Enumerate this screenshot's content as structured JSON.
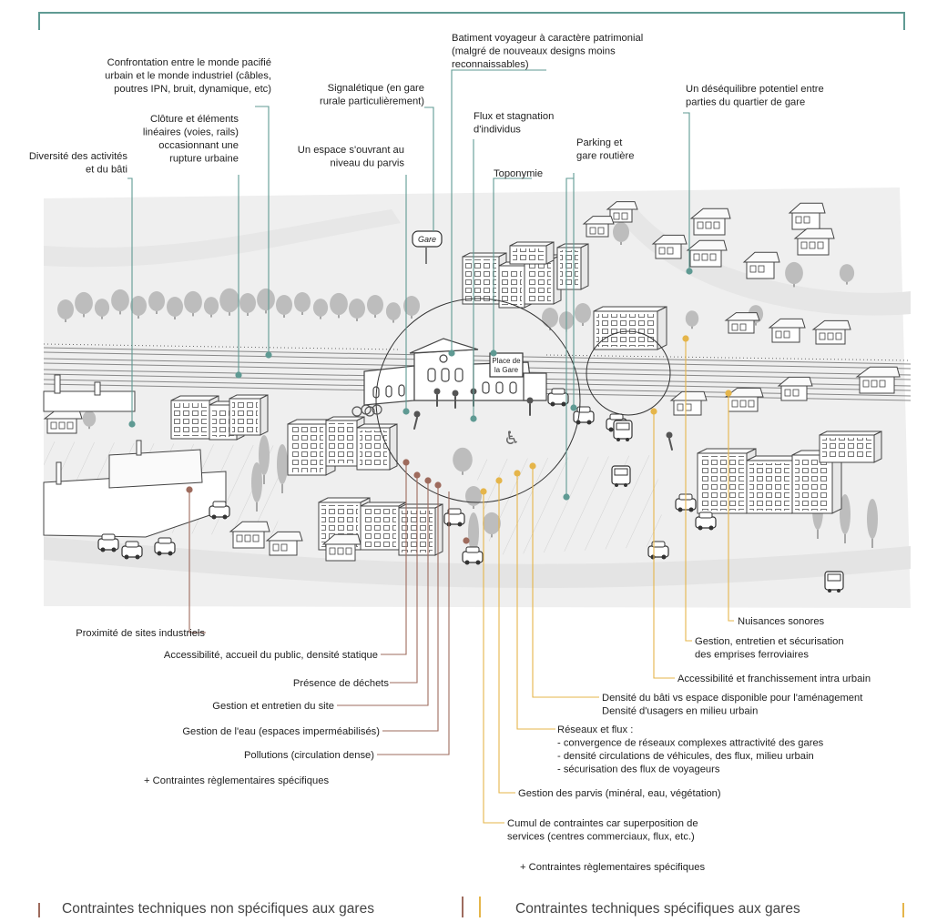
{
  "colors": {
    "teal": "#5f9a93",
    "brown": "#9e6b5d",
    "gold": "#e5b54a",
    "ground": "#efefef",
    "road": "#e2e2e2",
    "building": "#ffffff",
    "stroke": "#444444",
    "tree": "#bdbdbd"
  },
  "top_labels": [
    {
      "lines": [
        "Diversité des activités",
        "et du bâti"
      ]
    },
    {
      "lines": [
        "Confrontation entre le monde pacifié",
        "urbain et le monde industriel (câbles,",
        "poutres IPN, bruit, dynamique, etc)"
      ]
    },
    {
      "lines": [
        "Clôture et éléments",
        "linéaires (voies, rails)",
        "occasionnant une",
        "rupture urbaine"
      ]
    },
    {
      "lines": [
        "Un espace s'ouvrant au",
        "niveau du parvis"
      ]
    },
    {
      "lines": [
        "Signalétique (en gare",
        "rurale particulièrement)"
      ]
    },
    {
      "lines": [
        "Batiment voyageur à caractère patrimonial",
        "(malgré de nouveaux designs moins",
        "reconnaissables)"
      ]
    },
    {
      "lines": [
        "Flux et stagnation",
        "d'individus"
      ]
    },
    {
      "lines": [
        "Toponymie"
      ]
    },
    {
      "lines": [
        "Parking et",
        "gare routière"
      ]
    },
    {
      "lines": [
        "Un déséquilibre potentiel entre",
        "parties du quartier de gare"
      ]
    }
  ],
  "brown_labels": [
    {
      "lines": [
        "Proximité de sites industriels"
      ]
    },
    {
      "lines": [
        "Accessibilité, accueil du public, densité statique"
      ]
    },
    {
      "lines": [
        "Présence de déchets"
      ]
    },
    {
      "lines": [
        "Gestion et entretien du site"
      ]
    },
    {
      "lines": [
        "Gestion de l'eau (espaces imperméabilisés)"
      ]
    },
    {
      "lines": [
        "Pollutions (circulation dense)"
      ]
    }
  ],
  "brown_note": "+ Contraintes règlementaires spécifiques",
  "gold_labels": [
    {
      "lines": [
        "Nuisances sonores"
      ]
    },
    {
      "lines": [
        "Gestion, entretien et sécurisation",
        "des emprises ferroviaires"
      ]
    },
    {
      "lines": [
        "Accessibilité et franchissement intra urbain"
      ]
    },
    {
      "lines": [
        "Densité du bâti vs espace disponible pour l'aménagement",
        "Densité d'usagers en milieu urbain"
      ]
    },
    {
      "lines": [
        "Réseaux et flux :",
        "- convergence de réseaux complexes attractivité des gares",
        "- densité circulations de véhicules, des flux, milieu urbain",
        "- sécurisation des flux de voyageurs"
      ]
    },
    {
      "lines": [
        "Gestion des parvis (minéral, eau, végétation)"
      ]
    },
    {
      "lines": [
        "Cumul de contraintes car superposition de",
        "services (centres commerciaux, flux, etc.)"
      ]
    }
  ],
  "gold_note": "+ Contraintes règlementaires spécifiques",
  "footer": {
    "left": "Contraintes techniques non spécifiques aux gares",
    "right": "Contraintes techniques spécifiques aux gares"
  },
  "signs": {
    "gare": "Gare",
    "place_line1": "Place de",
    "place_line2": "la Gare"
  }
}
